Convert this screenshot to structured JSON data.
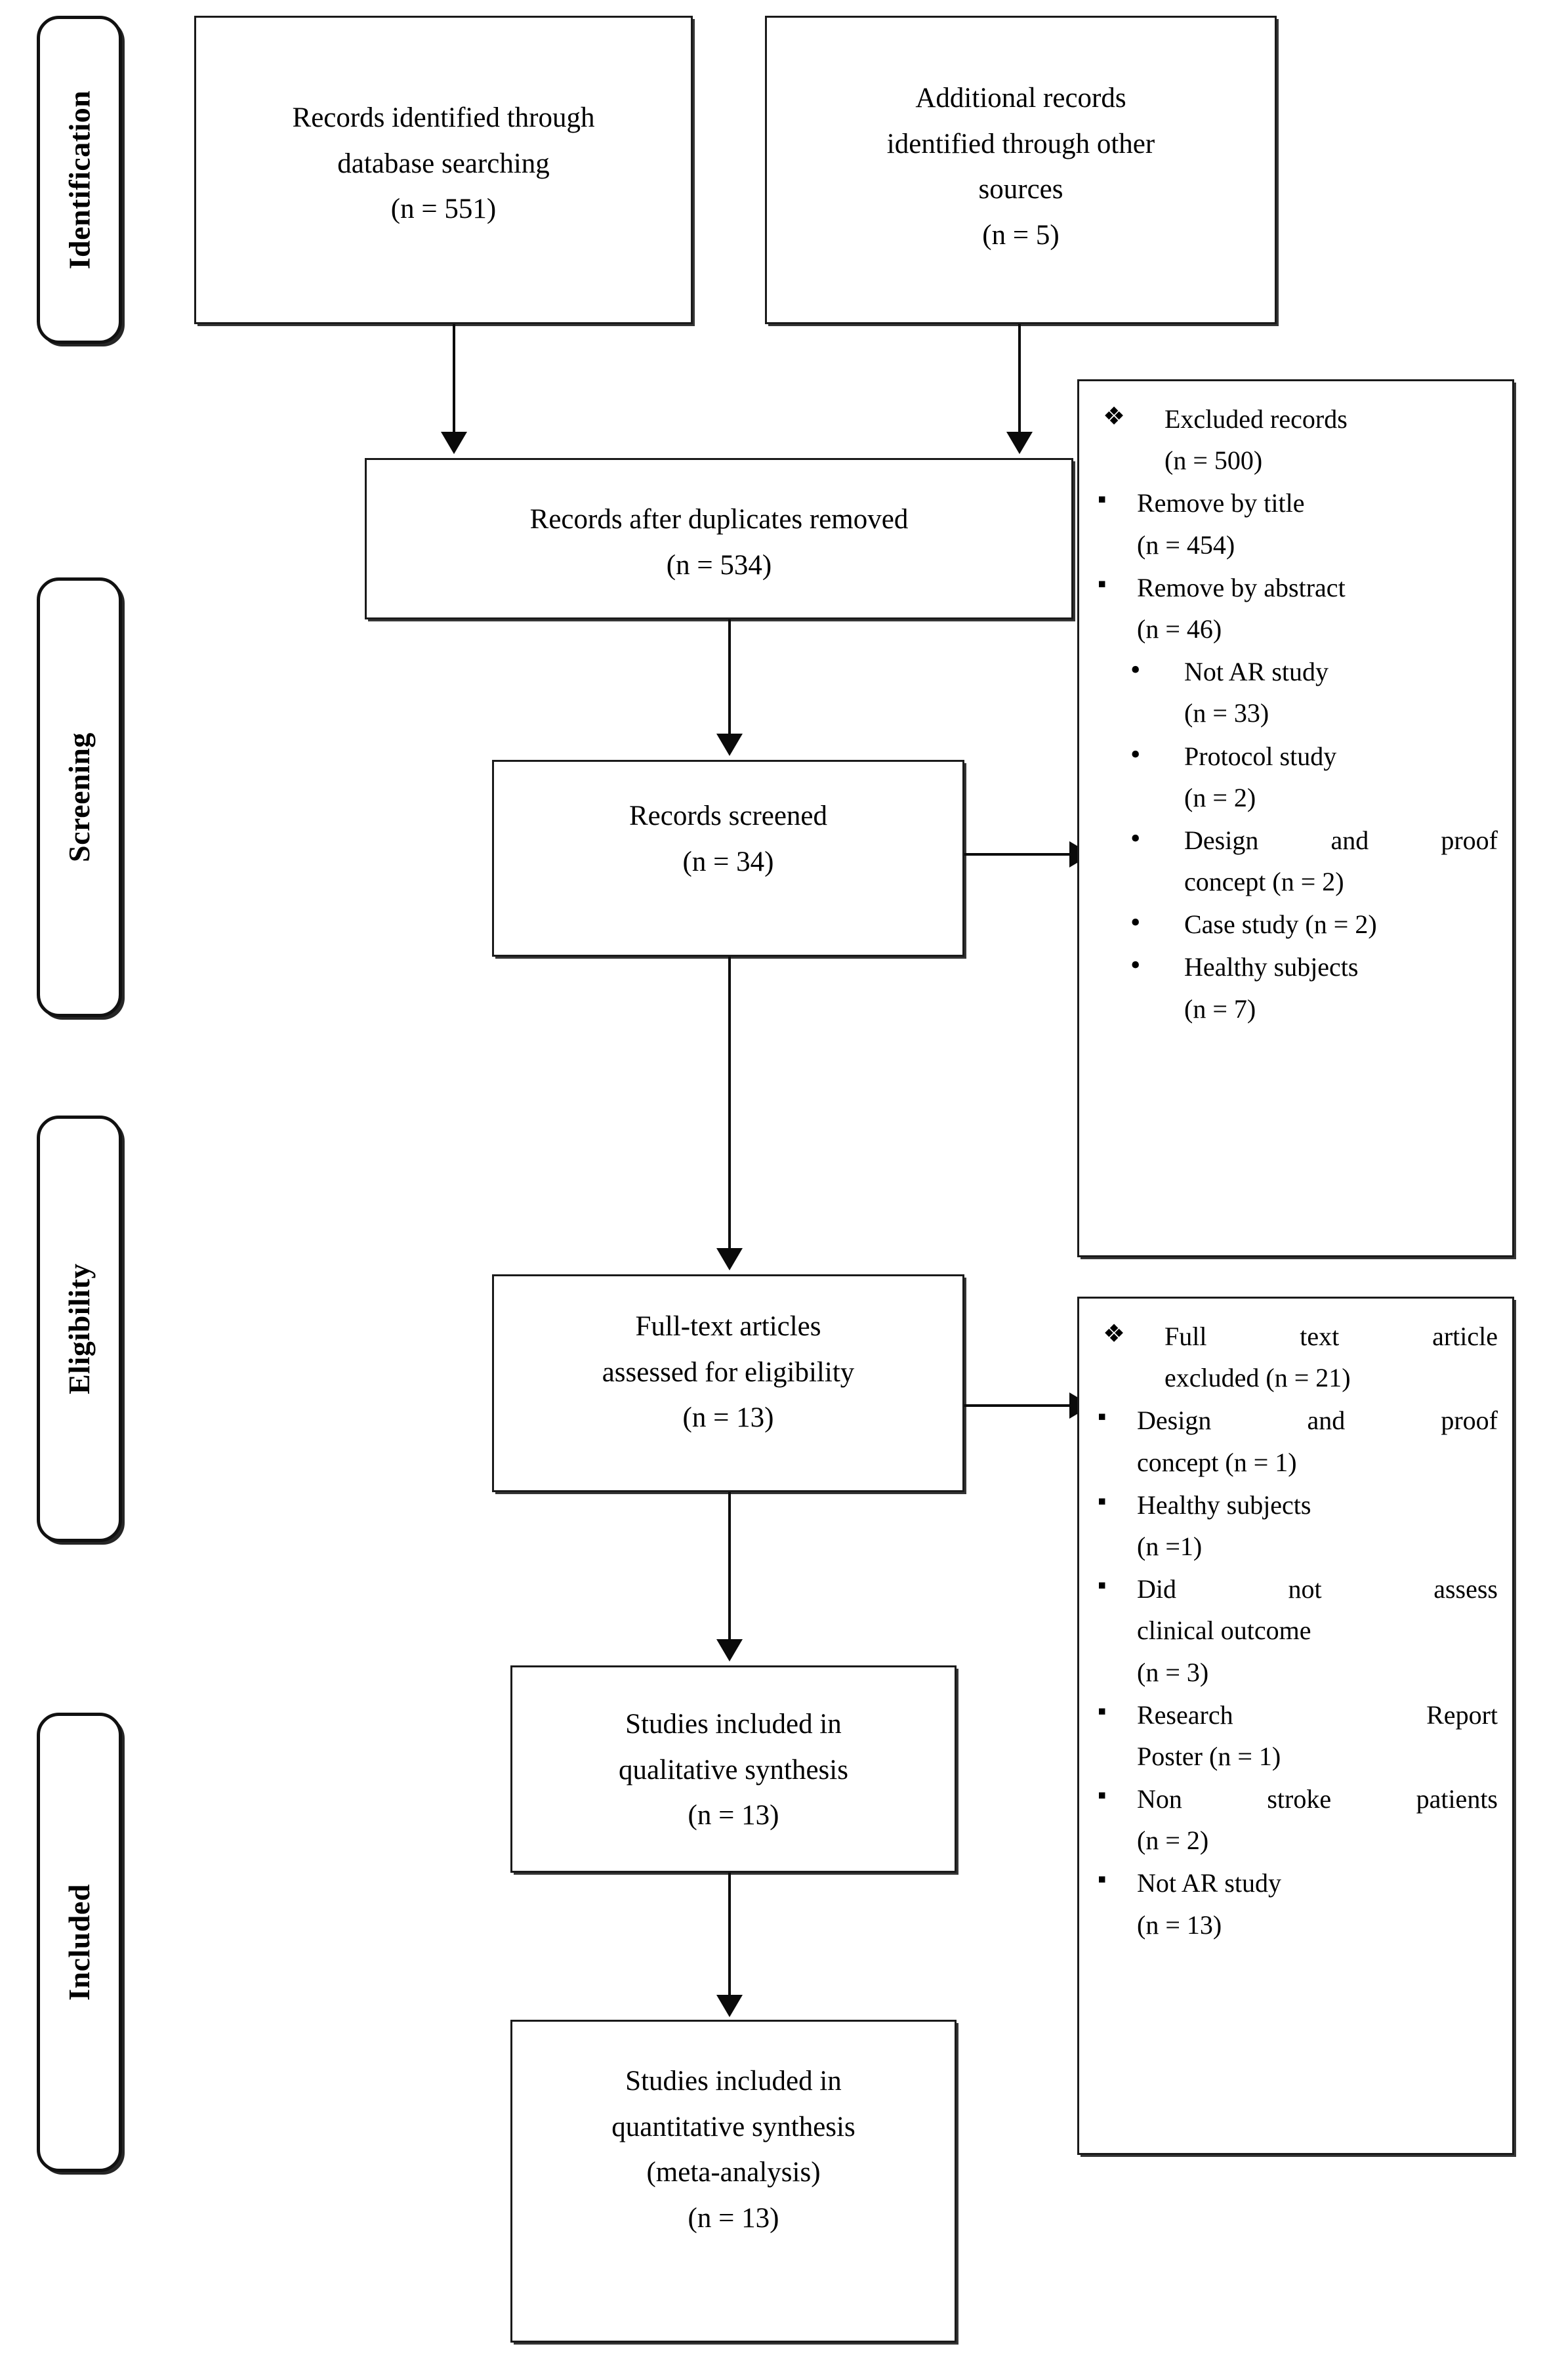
{
  "diagram": {
    "title": "PRISMA flow diagram",
    "stages": [
      {
        "id": "identification",
        "label": "Identification"
      },
      {
        "id": "screening",
        "label": "Screening"
      },
      {
        "id": "eligibility",
        "label": "Eligibility"
      },
      {
        "id": "included",
        "label": "Included"
      }
    ],
    "boxes": {
      "db_search": {
        "lines": [
          "Records identified through",
          "database searching",
          "(n = 551)"
        ]
      },
      "other_sources": {
        "lines": [
          "Additional records",
          "identified through other",
          "sources",
          "(n = 5)"
        ]
      },
      "after_duplicates": {
        "lines": [
          "Records after duplicates removed",
          "(n = 534)"
        ]
      },
      "records_screened": {
        "lines": [
          "Records screened",
          "(n = 34)"
        ]
      },
      "fulltext_assessed": {
        "lines": [
          "Full-text articles",
          "assessed for eligibility",
          "(n = 13)"
        ]
      },
      "qualitative": {
        "lines": [
          "Studies included in",
          "qualitative synthesis",
          "(n = 13)"
        ]
      },
      "quantitative": {
        "lines": [
          "Studies included in",
          "quantitative synthesis",
          "(meta-analysis)",
          "(n = 13)"
        ]
      }
    },
    "excluded_screening": {
      "items": [
        {
          "level": 1,
          "marker": "diamond-cluster-bullet",
          "glyph": "❖",
          "lines": [
            "Excluded records",
            "(n = 500)"
          ],
          "justify": false
        },
        {
          "level": 2,
          "marker": "square-bullet",
          "glyph": "▪",
          "lines": [
            "Remove by title",
            "(n = 454)"
          ],
          "justify": false
        },
        {
          "level": 2,
          "marker": "square-bullet",
          "glyph": "▪",
          "lines": [
            "Remove by abstract",
            "(n = 46)"
          ],
          "justify": false
        },
        {
          "level": 3,
          "marker": "round-bullet",
          "glyph": "•",
          "lines": [
            "Not AR study",
            "(n = 33)"
          ],
          "justify": false
        },
        {
          "level": 3,
          "marker": "round-bullet",
          "glyph": "•",
          "lines": [
            "Protocol study",
            "(n = 2)"
          ],
          "justify": false
        },
        {
          "level": 3,
          "marker": "round-bullet",
          "glyph": "•",
          "lines": [
            "Design and proof",
            "concept (n = 2)"
          ],
          "justify": true
        },
        {
          "level": 3,
          "marker": "round-bullet",
          "glyph": "•",
          "lines": [
            "Case study (n = 2)"
          ],
          "justify": false
        },
        {
          "level": 3,
          "marker": "round-bullet",
          "glyph": "•",
          "lines": [
            "Healthy subjects",
            "(n = 7)"
          ],
          "justify": false
        }
      ]
    },
    "excluded_eligibility": {
      "items": [
        {
          "level": 1,
          "marker": "diamond-cluster-bullet",
          "glyph": "❖",
          "lines": [
            "Full text article",
            "excluded (n = 21)"
          ],
          "justify": true
        },
        {
          "level": 2,
          "marker": "square-bullet",
          "glyph": "▪",
          "lines": [
            "Design and proof",
            "concept (n = 1)"
          ],
          "justify": true
        },
        {
          "level": 2,
          "marker": "square-bullet",
          "glyph": "▪",
          "lines": [
            "Healthy subjects",
            "(n =1)"
          ],
          "justify": false
        },
        {
          "level": 2,
          "marker": "square-bullet",
          "glyph": "▪",
          "lines": [
            "Did not assess",
            "clinical outcome",
            "(n = 3)"
          ],
          "justify": true
        },
        {
          "level": 2,
          "marker": "square-bullet",
          "glyph": "▪",
          "lines": [
            "Research Report",
            "Poster (n = 1)"
          ],
          "justify": true
        },
        {
          "level": 2,
          "marker": "square-bullet",
          "glyph": "▪",
          "lines": [
            "Non stroke patients",
            "(n = 2)"
          ],
          "justify": true
        },
        {
          "level": 2,
          "marker": "square-bullet",
          "glyph": "▪",
          "lines": [
            "Not AR study",
            "(n = 13)"
          ],
          "justify": false
        }
      ]
    },
    "colors": {
      "line": "#0a0a0a",
      "border": "#1a1a1a",
      "background": "#ffffff",
      "text": "#000000"
    }
  }
}
